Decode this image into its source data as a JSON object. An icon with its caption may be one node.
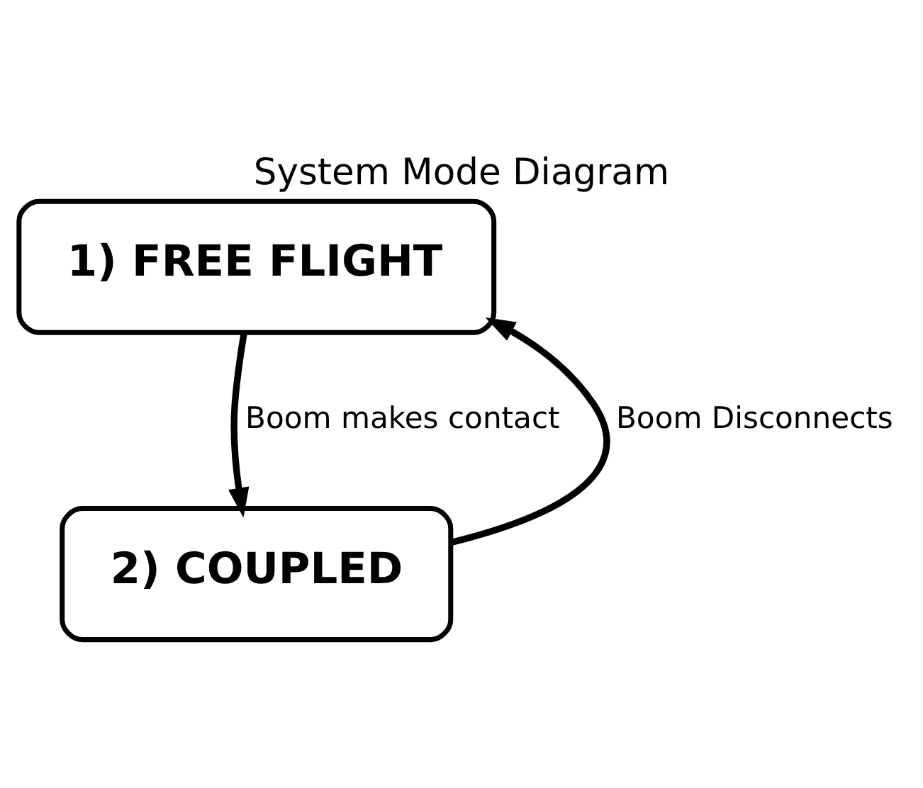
{
  "diagram": {
    "title": "System Mode Diagram",
    "nodes": [
      {
        "text": [
          "1) FREE FLIGHT"
        ]
      },
      {
        "text": [
          "2) COUPLED"
        ]
      }
    ],
    "edges": [
      {
        "from": 0,
        "to": 1,
        "arrow": "to",
        "label": "Boom makes contact"
      },
      {
        "from": 1,
        "to": 0,
        "arrow": "to",
        "label": "Boom Disconnects"
      }
    ]
  }
}
